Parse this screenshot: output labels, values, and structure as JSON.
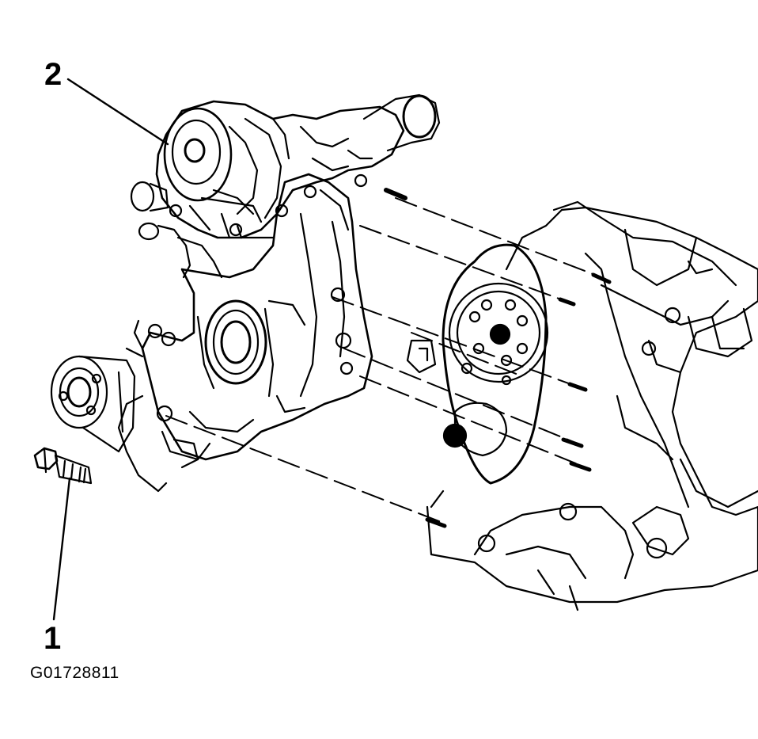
{
  "callouts": [
    {
      "id": "2",
      "label": "2"
    },
    {
      "id": "1",
      "label": "1"
    }
  ],
  "figure_id": "G01728811",
  "colors": {
    "ink": "#000000",
    "paper": "#ffffff"
  }
}
